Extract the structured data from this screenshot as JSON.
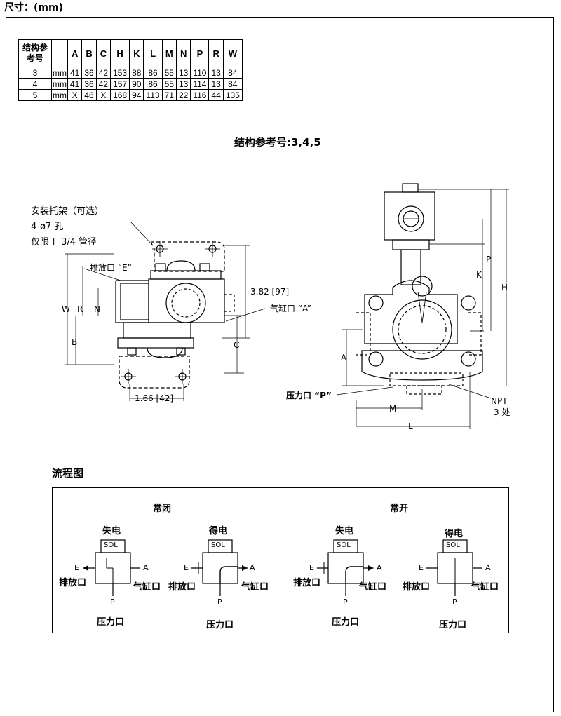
{
  "header": "尺寸：(mm)",
  "table": {
    "ref_header": "结构参考号",
    "columns": [
      "A",
      "B",
      "C",
      "H",
      "K",
      "L",
      "M",
      "N",
      "P",
      "R",
      "W"
    ],
    "rows": [
      {
        "ref": "3",
        "unit": "mm",
        "values": [
          "41",
          "36",
          "42",
          "153",
          "88",
          "86",
          "55",
          "13",
          "110",
          "13",
          "84"
        ]
      },
      {
        "ref": "4",
        "unit": "mm",
        "values": [
          "41",
          "36",
          "42",
          "157",
          "90",
          "86",
          "55",
          "13",
          "114",
          "13",
          "84"
        ]
      },
      {
        "ref": "5",
        "unit": "mm",
        "values": [
          "X",
          "46",
          "X",
          "168",
          "94",
          "113",
          "71",
          "22",
          "116",
          "44",
          "135"
        ]
      }
    ]
  },
  "construction_title": "结构参考号:3,4,5",
  "bracket_note": {
    "line1": "安装托架（可选）",
    "line2": "4-ø7 孔",
    "line3": "仅限于 3/4 管径"
  },
  "labels": {
    "exhaust_e": "排放口 “E”",
    "cylinder_a": "气缸口 “A”",
    "pressure_p": "压力口 “P”",
    "dim_382": "3.82  [97]",
    "dim_166": "1.66  [42]",
    "npt": "NPT",
    "npt_count": "3 处",
    "W": "W",
    "R": "R",
    "N": "N",
    "B": "B",
    "C": "C",
    "A": "A",
    "K": "K",
    "P": "P",
    "H": "H",
    "M": "M",
    "L": "L"
  },
  "flow": {
    "title": "流程图",
    "nc": "常闭",
    "no": "常开",
    "deenergized": "失电",
    "energized": "得电",
    "sol": "SOL",
    "e": "E",
    "a": "A",
    "p": "P",
    "exhaust": "排放口",
    "cylinder": "气缸口",
    "pressure": "压力口"
  }
}
